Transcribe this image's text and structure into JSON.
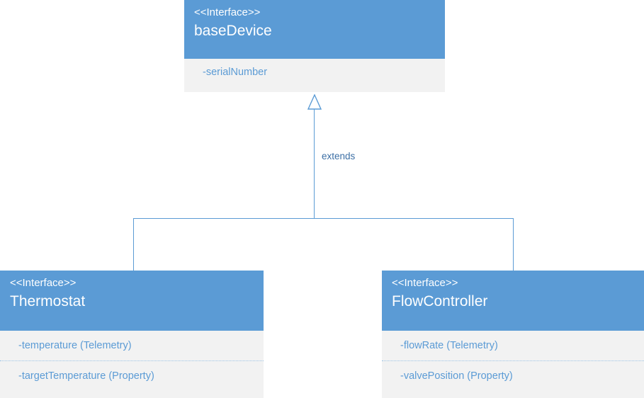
{
  "diagram": {
    "type": "uml-class-diagram",
    "background_color": "#FFFFFF",
    "accent_color": "#5B9BD5",
    "body_color": "#F2F2F2",
    "header_text_color": "#FFFFFF",
    "attribute_text_color": "#5B9BD5",
    "connector_color": "#5B9BD5",
    "separator_style": "dotted"
  },
  "classes": {
    "base_device": {
      "stereotype": "<<Interface>>",
      "name": "baseDevice",
      "attributes": [
        {
          "label": "-serialNumber"
        }
      ]
    },
    "thermostat": {
      "stereotype": "<<Interface>>",
      "name": "Thermostat",
      "attributes": [
        {
          "label": "-temperature (Telemetry)"
        },
        {
          "label": "-targetTemperature (Property)"
        }
      ]
    },
    "flow_controller": {
      "stereotype": "<<Interface>>",
      "name": "FlowController",
      "attributes": [
        {
          "label": "-flowRate (Telemetry)"
        },
        {
          "label": "-valvePosition (Property)"
        }
      ]
    }
  },
  "relationships": [
    {
      "id": "extends-relation",
      "label": "extends",
      "kind": "generalization",
      "arrowhead": "hollow-triangle",
      "from": [
        "Thermostat",
        "FlowController"
      ],
      "to": "baseDevice"
    }
  ]
}
